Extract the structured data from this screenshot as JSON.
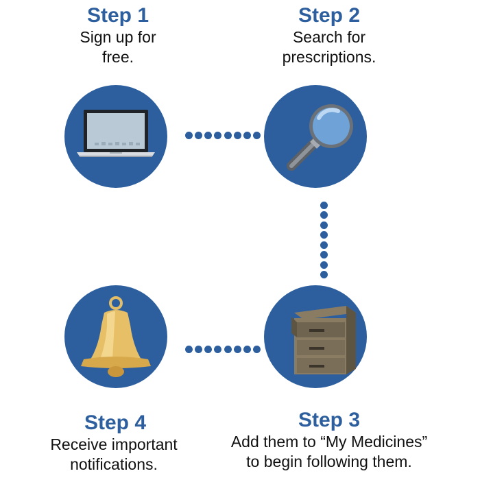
{
  "colors": {
    "accent": "#2d5f9f",
    "title": "#2d5f9f",
    "text": "#111111"
  },
  "steps": [
    {
      "title": "Step 1",
      "description_lines": [
        "Sign up for",
        "free."
      ],
      "icon": "laptop-icon"
    },
    {
      "title": "Step 2",
      "description_lines": [
        "Search for",
        "prescriptions."
      ],
      "icon": "magnifying-glass-icon"
    },
    {
      "title": "Step 3",
      "description_lines": [
        "Add them to “My Medicines”",
        "to begin following them."
      ],
      "icon": "file-cabinet-icon"
    },
    {
      "title": "Step 4",
      "description_lines": [
        "Receive important",
        "notifications."
      ],
      "icon": "bell-icon"
    }
  ]
}
